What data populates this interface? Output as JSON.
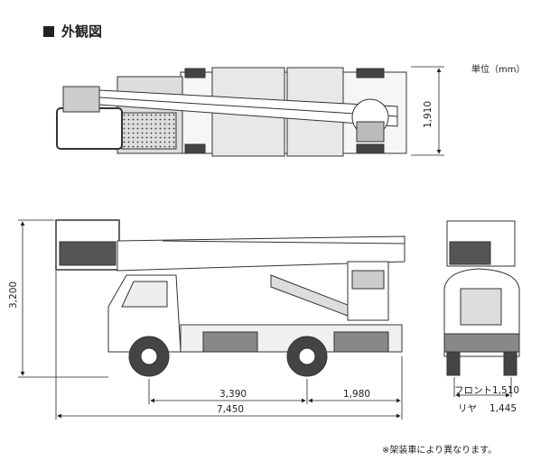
{
  "title": "外観図",
  "unit": "単位（mm）",
  "note": "※架装車により異なります。",
  "dimensions": {
    "height": "3,200",
    "top_width": "1,910",
    "wheelbase": "3,390",
    "rear_overhang": "1,980",
    "overall_length": "7,450",
    "front_track": "フロント1,510",
    "rear_track_label": "リヤ",
    "rear_track": "1,445"
  }
}
